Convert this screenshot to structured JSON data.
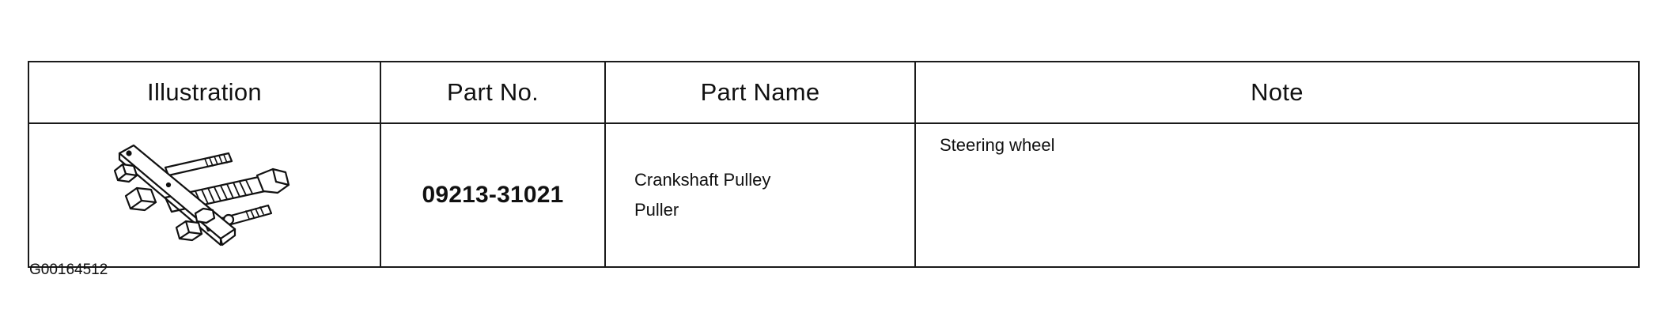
{
  "table": {
    "headers": {
      "illustration": "Illustration",
      "part_no": "Part No.",
      "part_name": "Part Name",
      "note": "Note"
    },
    "rows": [
      {
        "illustration_icon": "crankshaft-pulley-puller-icon",
        "part_no": "09213-31021",
        "part_name_line1": "Crankshaft Pulley",
        "part_name_line2": "Puller",
        "note": "Steering wheel"
      }
    ]
  },
  "figure_code": "G00164512"
}
